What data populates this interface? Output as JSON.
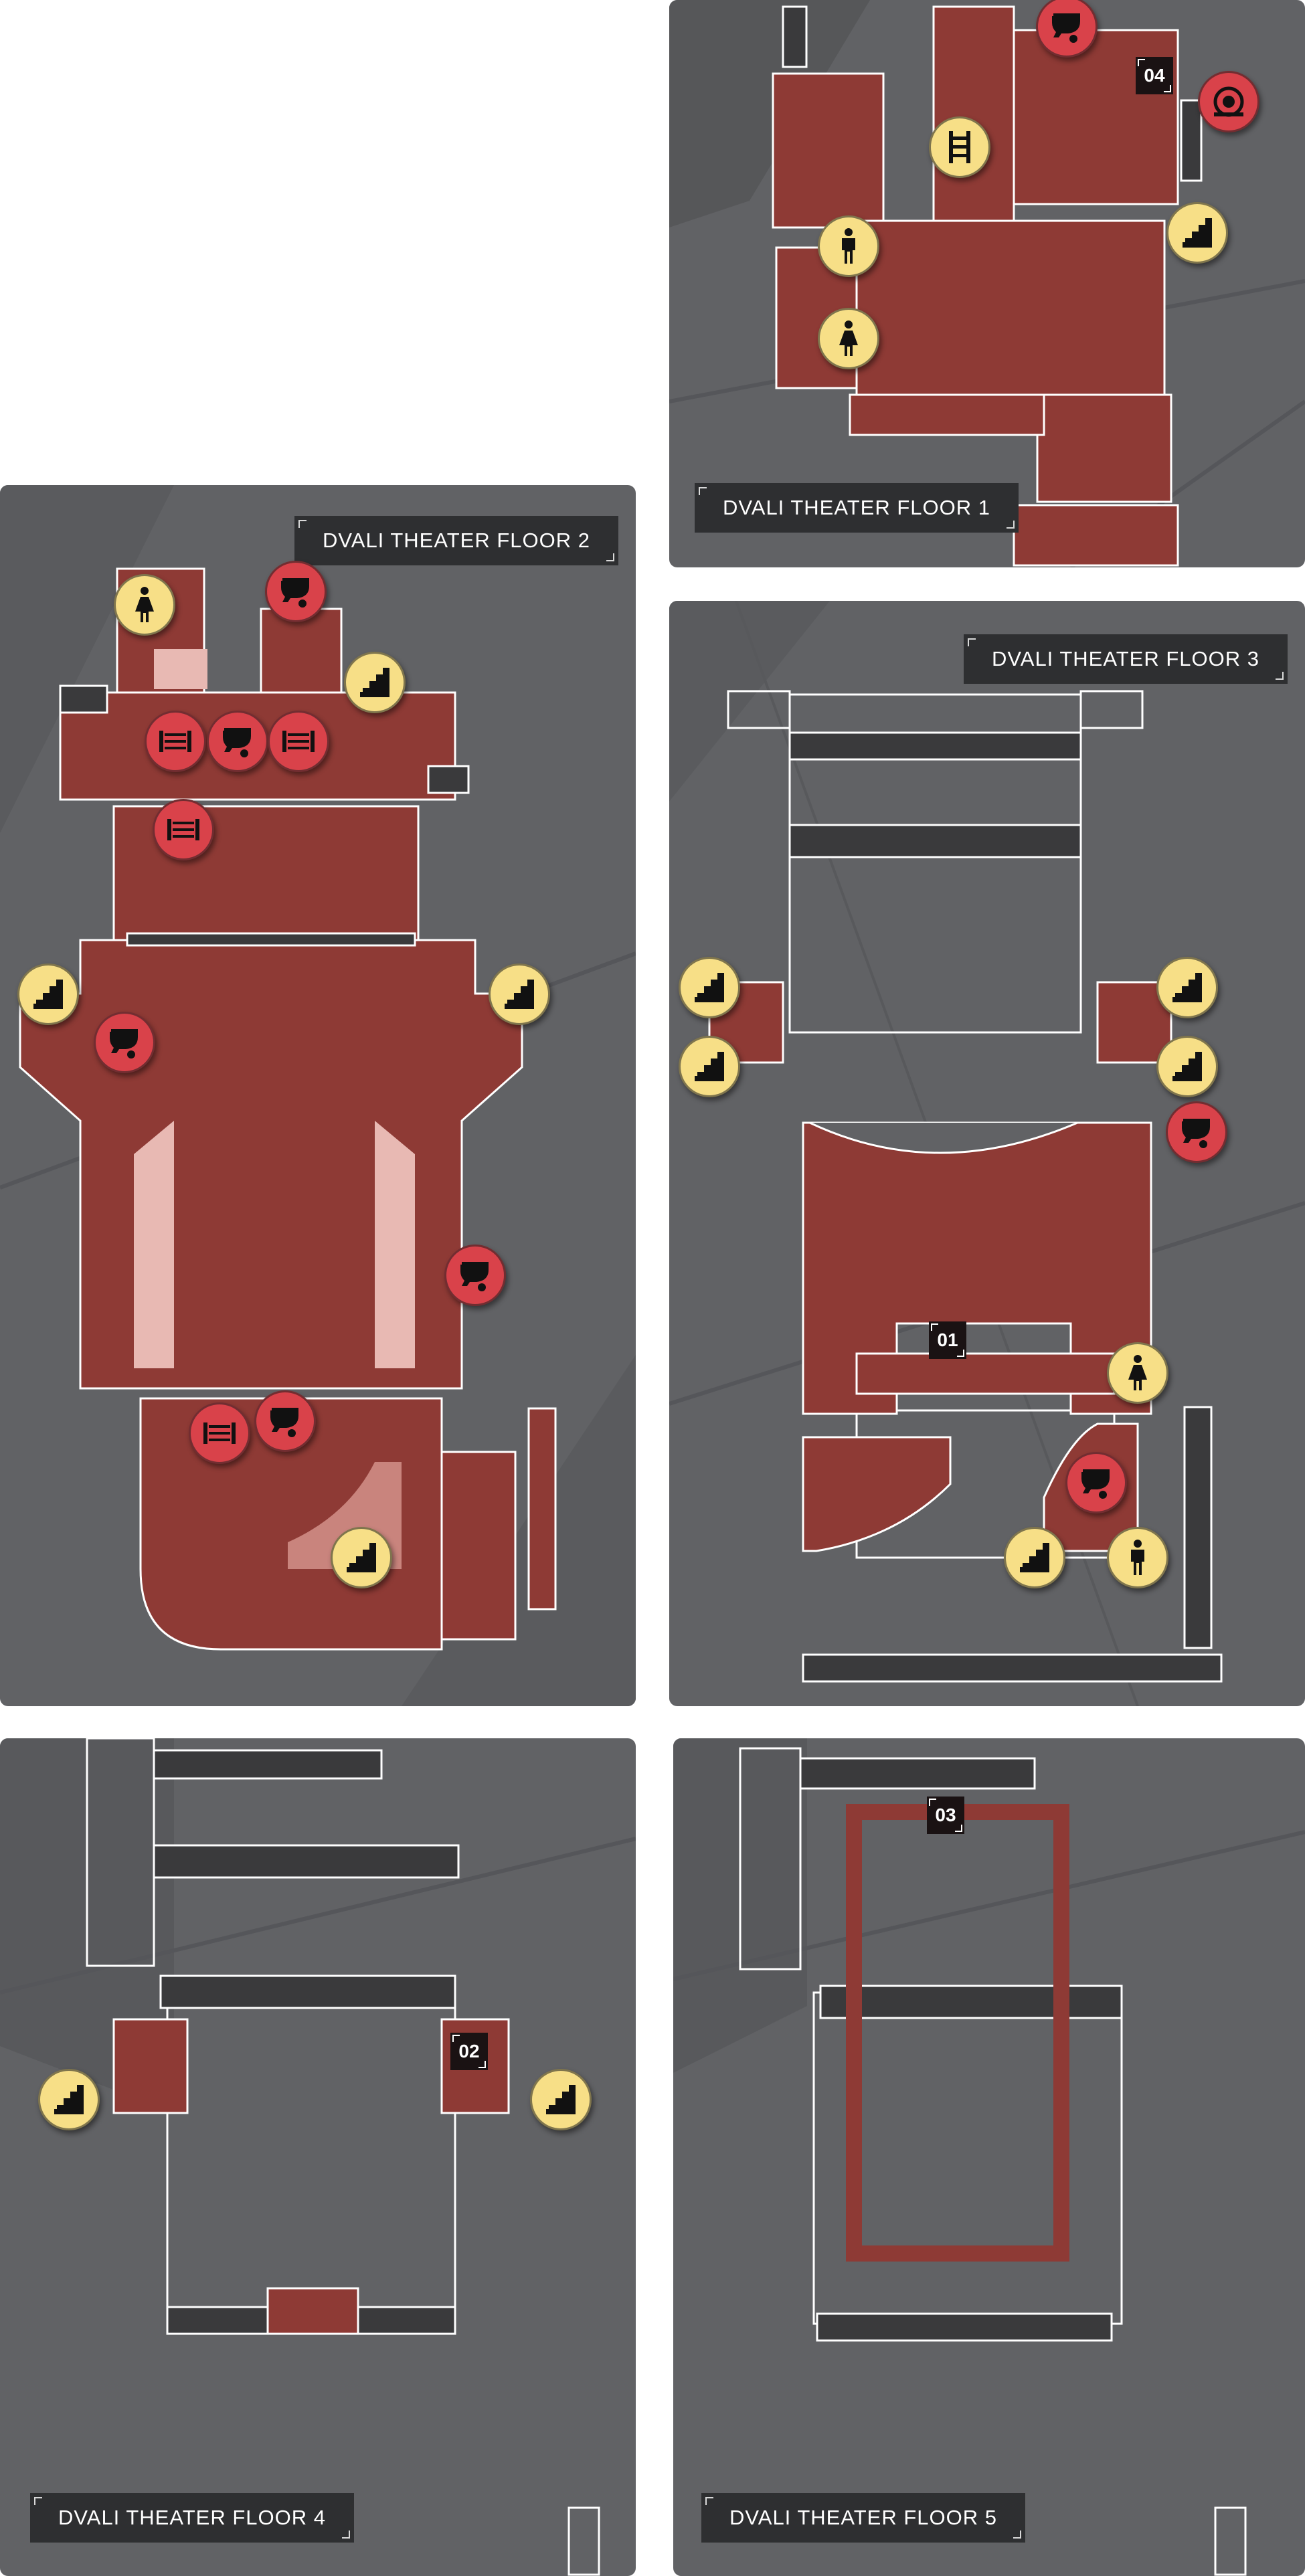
{
  "floors": {
    "floor1": {
      "label": "DVALI THEATER FLOOR 1"
    },
    "floor2": {
      "label": "DVALI THEATER FLOOR 2"
    },
    "floor3": {
      "label": "DVALI THEATER FLOOR 3"
    },
    "floor4": {
      "label": "DVALI THEATER FLOOR 4"
    },
    "floor5": {
      "label": "DVALI THEATER FLOOR 5"
    }
  },
  "markers": {
    "m01": "01",
    "m02": "02",
    "m03": "03",
    "m04": "04"
  },
  "icon_types": [
    "stairs-icon",
    "ladder-icon",
    "security-camera-icon",
    "metal-detector-icon",
    "alarm-icon",
    "male-restroom-icon",
    "female-restroom-icon"
  ],
  "colors": {
    "panel": "#616265",
    "room": "#8e3a35",
    "outline": "#ffffff",
    "pin_yellow": "#f7df87",
    "pin_red": "#d9424a",
    "label_bg": "#2e2f31",
    "marker_bg": "#1a1213"
  }
}
